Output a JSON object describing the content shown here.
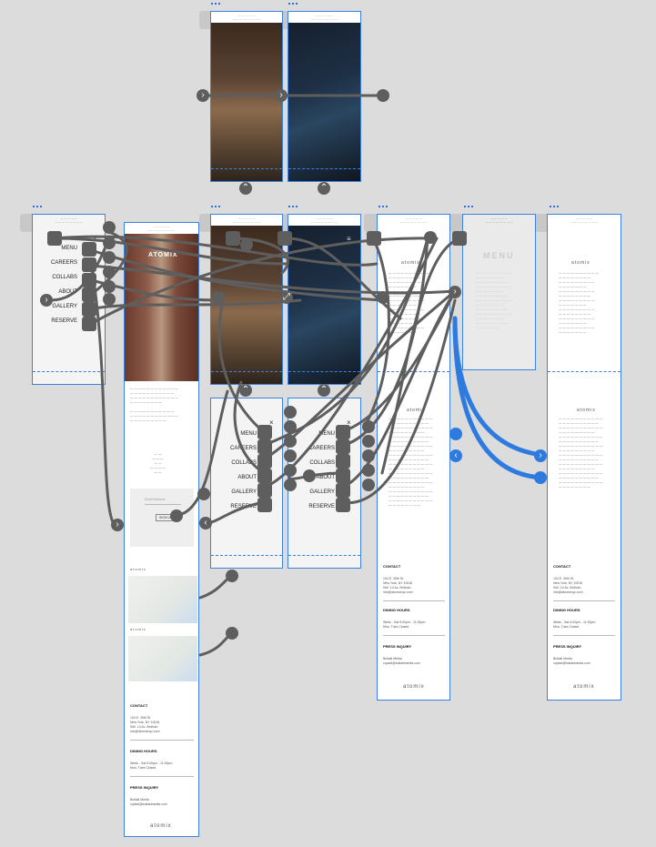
{
  "canvas": {
    "background": "#dcdcdc",
    "accent": "#3b82e0",
    "connector_color": "#5e5e5e"
  },
  "menu_items": [
    "MENU",
    "CAREERS",
    "COLLABS",
    "ABOUT",
    "GALLERY",
    "RESERVE"
  ],
  "logo_text": "atomix",
  "collage_title": "ATOMIX",
  "footer": {
    "contact_title": "CONTACT",
    "address_1": "104 E. 30th St.",
    "address_2": "New York, NY 10016",
    "address_3": "Sell. 14 Av. Zeitlosh",
    "email": "info@atomixnyc.com",
    "hours_title": "DINING HOURS",
    "hours_1": "Weds - Sat 6:00pm - 11:00pm",
    "hours_2": "Mon, Tues Closed",
    "press_title": "PRESS INQUIRY",
    "press_1": "Bullaki Media",
    "press_2": "crystal@bullakimedia.com"
  },
  "signup": {
    "placeholder": "Email Address",
    "button": "SIGN UP"
  },
  "icons": {
    "close": "×",
    "hamburger": "≡",
    "next": "›",
    "prev": "‹",
    "up": "⌃",
    "expand": "⤢"
  }
}
